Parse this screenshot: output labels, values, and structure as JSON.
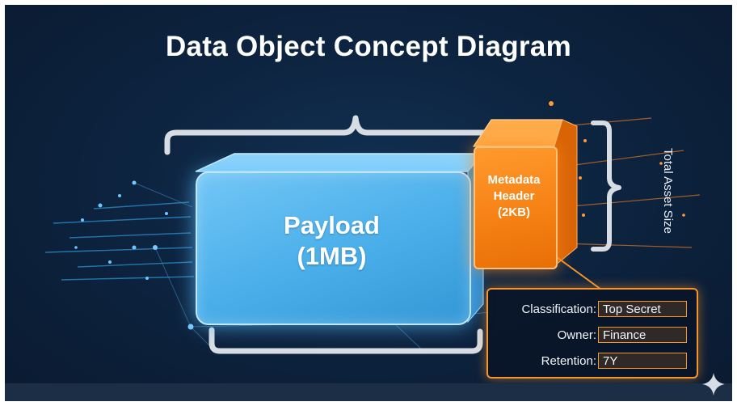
{
  "title": "Data Object Concept Diagram",
  "payload": {
    "line1": "Payload",
    "line2": "(1MB)"
  },
  "metadata_header": {
    "line1": "Metadata",
    "line2": "Header",
    "line3": "(2KB)"
  },
  "side_label": "Total Asset Size",
  "metadata_fields": [
    {
      "label": "Classification:",
      "value": "Top Secret"
    },
    {
      "label": "Owner:",
      "value": "Finance"
    },
    {
      "label": "Retention:",
      "value": "7Y"
    }
  ],
  "colors": {
    "background": "#0d2440",
    "payload": "#4aaee9",
    "metadata": "#f57f12",
    "accent_line": "#f7942a",
    "bracket": "#d8dde4"
  },
  "icons": [
    "sparkle-icon"
  ]
}
